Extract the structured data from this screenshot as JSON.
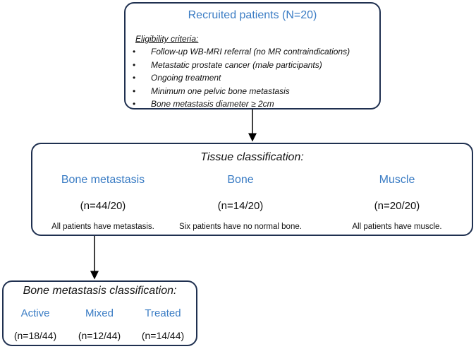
{
  "recruited": {
    "title": "Recruited patients (N=20)",
    "criteria_heading": "Eligibility criteria:",
    "criteria": [
      "Follow-up WB-MRI referral (no MR contraindications)",
      "Metastatic prostate cancer (male participants)",
      "Ongoing treatment",
      "Minimum one pelvic bone metastasis",
      "Bone metastasis diameter ≥ 2cm"
    ]
  },
  "tissue": {
    "title": "Tissue classification:",
    "columns": [
      {
        "name": "Bone metastasis",
        "count": "(n=44/20)",
        "note": "All patients have metastasis."
      },
      {
        "name": "Bone",
        "count": "(n=14/20)",
        "note": "Six patients have no normal bone."
      },
      {
        "name": "Muscle",
        "count": "(n=20/20)",
        "note": "All patients have muscle."
      }
    ]
  },
  "metastasis": {
    "title": "Bone metastasis classification:",
    "columns": [
      {
        "name": "Active",
        "count": "(n=18/44)"
      },
      {
        "name": "Mixed",
        "count": "(n=12/44)"
      },
      {
        "name": "Treated",
        "count": "(n=14/44)"
      }
    ]
  },
  "colors": {
    "accent": "#3a7cc4",
    "border": "#1f3050"
  }
}
